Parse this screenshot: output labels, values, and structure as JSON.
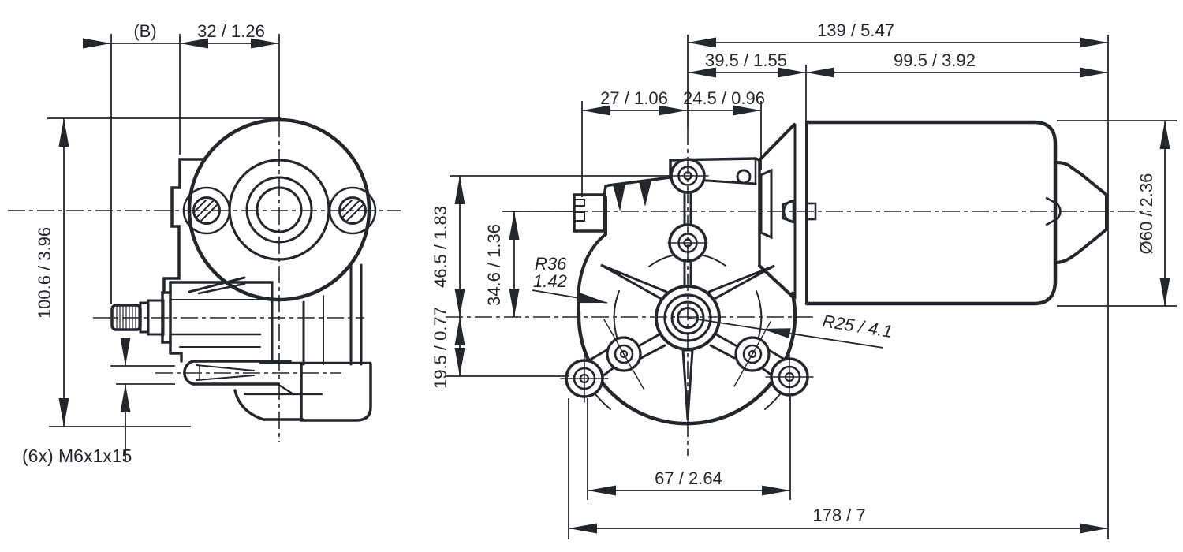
{
  "drawing": {
    "title": "wiper-gearmotor-dimensional-drawing",
    "line_color": "#23262b",
    "background": "#ffffff"
  },
  "dims": {
    "b": "(B)",
    "d32": "32 / 1.26",
    "d139": "139 / 5.47",
    "d39_5": "39.5 / 1.55",
    "d99_5": "99.5 / 3.92",
    "d27": "27 / 1.06",
    "d24_5": "24.5 / 0.96",
    "d100_6": "100.6 / 3.96",
    "d46_5": "46.5 / 1.83",
    "d34_6": "34.6 / 1.36",
    "d19_5": "19.5 / 0.77",
    "r36_line1": "R36",
    "r36_line2": "1.42",
    "r25": "R25 / 4.1",
    "dia60": "Ø60 / 2.36",
    "screws": "(6x) M6x1x15",
    "d67": "67 / 2.64",
    "d178": "178 / 7"
  }
}
